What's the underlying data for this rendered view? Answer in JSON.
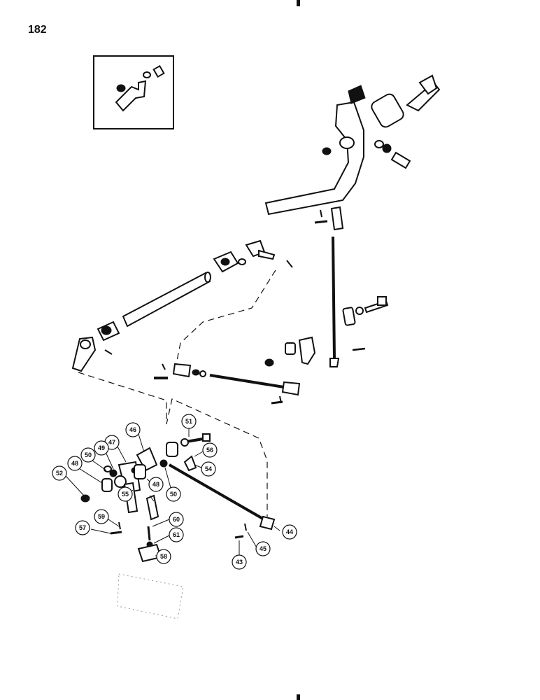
{
  "page": {
    "number": "182"
  },
  "callouts": [
    {
      "id": "c43",
      "label": "43"
    },
    {
      "id": "c44",
      "label": "44"
    },
    {
      "id": "c45",
      "label": "45"
    },
    {
      "id": "c46",
      "label": "46"
    },
    {
      "id": "c47",
      "label": "47"
    },
    {
      "id": "c48a",
      "label": "48"
    },
    {
      "id": "c48b",
      "label": "48"
    },
    {
      "id": "c49",
      "label": "49"
    },
    {
      "id": "c50a",
      "label": "50"
    },
    {
      "id": "c50b",
      "label": "50"
    },
    {
      "id": "c51",
      "label": "51"
    },
    {
      "id": "c52",
      "label": "52"
    },
    {
      "id": "c54",
      "label": "54"
    },
    {
      "id": "c55",
      "label": "55"
    },
    {
      "id": "c56",
      "label": "56"
    },
    {
      "id": "c57",
      "label": "57"
    },
    {
      "id": "c58",
      "label": "58"
    },
    {
      "id": "c59",
      "label": "59"
    },
    {
      "id": "c60",
      "label": "60"
    },
    {
      "id": "c61",
      "label": "61"
    }
  ],
  "colors": {
    "ink": "#111111",
    "paper": "#ffffff"
  }
}
